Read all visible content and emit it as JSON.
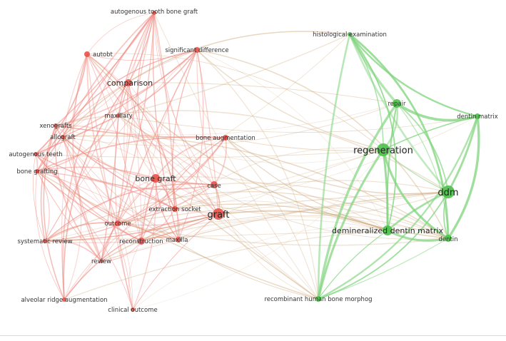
{
  "network": {
    "colors": {
      "red_cluster": "#e8524a",
      "red_edge": "#f08a82",
      "green_cluster": "#4cc04a",
      "green_edge": "#7fd47c",
      "cross_edge": "#c9a070"
    },
    "nodes": [
      {
        "id": "autogenous-tooth-bone-graft",
        "label": "autogenous tooth bone graft",
        "cluster": "red"
      },
      {
        "id": "autobt",
        "label": "autobt",
        "cluster": "red"
      },
      {
        "id": "significant-difference",
        "label": "significant difference",
        "cluster": "red"
      },
      {
        "id": "comparison",
        "label": "comparison",
        "cluster": "red"
      },
      {
        "id": "maxillary",
        "label": "maxillary",
        "cluster": "red"
      },
      {
        "id": "xenografts",
        "label": "xenografts",
        "cluster": "red"
      },
      {
        "id": "allograft",
        "label": "allograft",
        "cluster": "red"
      },
      {
        "id": "autogenous-teeth",
        "label": "autogenous teeth",
        "cluster": "red"
      },
      {
        "id": "bone-grafting",
        "label": "bone grafting",
        "cluster": "red"
      },
      {
        "id": "bone-augmentation",
        "label": "bone augmentation",
        "cluster": "red"
      },
      {
        "id": "bone-graft",
        "label": "bone graft",
        "cluster": "red"
      },
      {
        "id": "case",
        "label": "case",
        "cluster": "red"
      },
      {
        "id": "extraction-socket",
        "label": "extraction socket",
        "cluster": "red"
      },
      {
        "id": "graft",
        "label": "graft",
        "cluster": "red"
      },
      {
        "id": "outcome",
        "label": "outcome",
        "cluster": "red"
      },
      {
        "id": "reconstruction",
        "label": "reconstruction",
        "cluster": "red"
      },
      {
        "id": "maxilla",
        "label": "maxilla",
        "cluster": "red"
      },
      {
        "id": "systematic-review",
        "label": "systematic review",
        "cluster": "red"
      },
      {
        "id": "review",
        "label": "review",
        "cluster": "red"
      },
      {
        "id": "alveolar-ridge-augmentation",
        "label": "alveolar ridge augmentation",
        "cluster": "red"
      },
      {
        "id": "clinical-outcome",
        "label": "clinical outcome",
        "cluster": "red"
      },
      {
        "id": "histological-examination",
        "label": "histological examination",
        "cluster": "green"
      },
      {
        "id": "repair",
        "label": "repair",
        "cluster": "green"
      },
      {
        "id": "dentin-matrix",
        "label": "dentin matrix",
        "cluster": "green"
      },
      {
        "id": "regeneration",
        "label": "regeneration",
        "cluster": "green"
      },
      {
        "id": "ddm",
        "label": "ddm",
        "cluster": "green"
      },
      {
        "id": "demineralized-dentin-matrix",
        "label": "demineralized dentin matrix",
        "cluster": "green"
      },
      {
        "id": "dentin",
        "label": "dentin",
        "cluster": "green"
      },
      {
        "id": "recombinant-human-bone-morphog",
        "label": "recombinant human bone morphog",
        "cluster": "green"
      }
    ]
  }
}
